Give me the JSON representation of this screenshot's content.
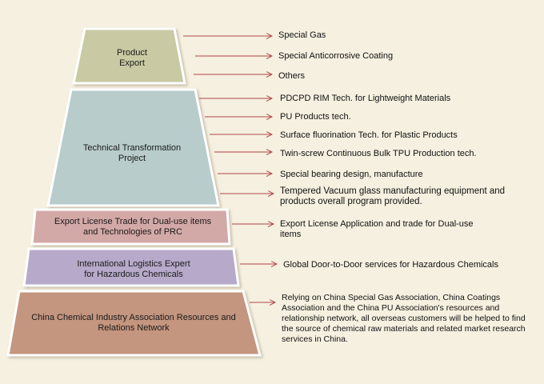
{
  "colors": {
    "background": "#f6f0e0",
    "tier_product": "#c9c9a3",
    "tier_tech": "#b7cccb",
    "tier_license": "#d3a9a8",
    "tier_logistics": "#b7a9c9",
    "tier_network": "#c4957f",
    "arrow": "#b0484a",
    "border": "#ffffff"
  },
  "tiers": [
    {
      "label": "Product\nExport",
      "items": [
        "Special Gas",
        "Special Anticorrosive Coating",
        "Others"
      ]
    },
    {
      "label": "Technical Transformation\nProject",
      "items": [
        "PDCPD RIM Tech. for Lightweight Materials",
        "PU Products tech.",
        "Surface fluorination Tech. for Plastic Products",
        "Twin-screw Continuous Bulk TPU Production tech.",
        "Special bearing design, manufacture",
        "Tempered Vacuum glass manufacturing equipment and products overall program provided."
      ]
    },
    {
      "label": "Export License Trade for Dual-use items\nand Technologies of PRC",
      "items": [
        "Export License Application and trade for Dual-use items"
      ]
    },
    {
      "label": "International Logistics Expert\nfor Hazardous Chemicals",
      "items": [
        "Global Door-to-Door services for Hazardous Chemicals"
      ]
    },
    {
      "label": "China Chemical Industry Association Resources and\nRelations Network",
      "items": [
        "Relying on China Special Gas Association, China Coatings Association and the China PU Association's resources and relationship network, all overseas customers will be helped to find the source of chemical raw materials and related market research services in China."
      ]
    }
  ]
}
